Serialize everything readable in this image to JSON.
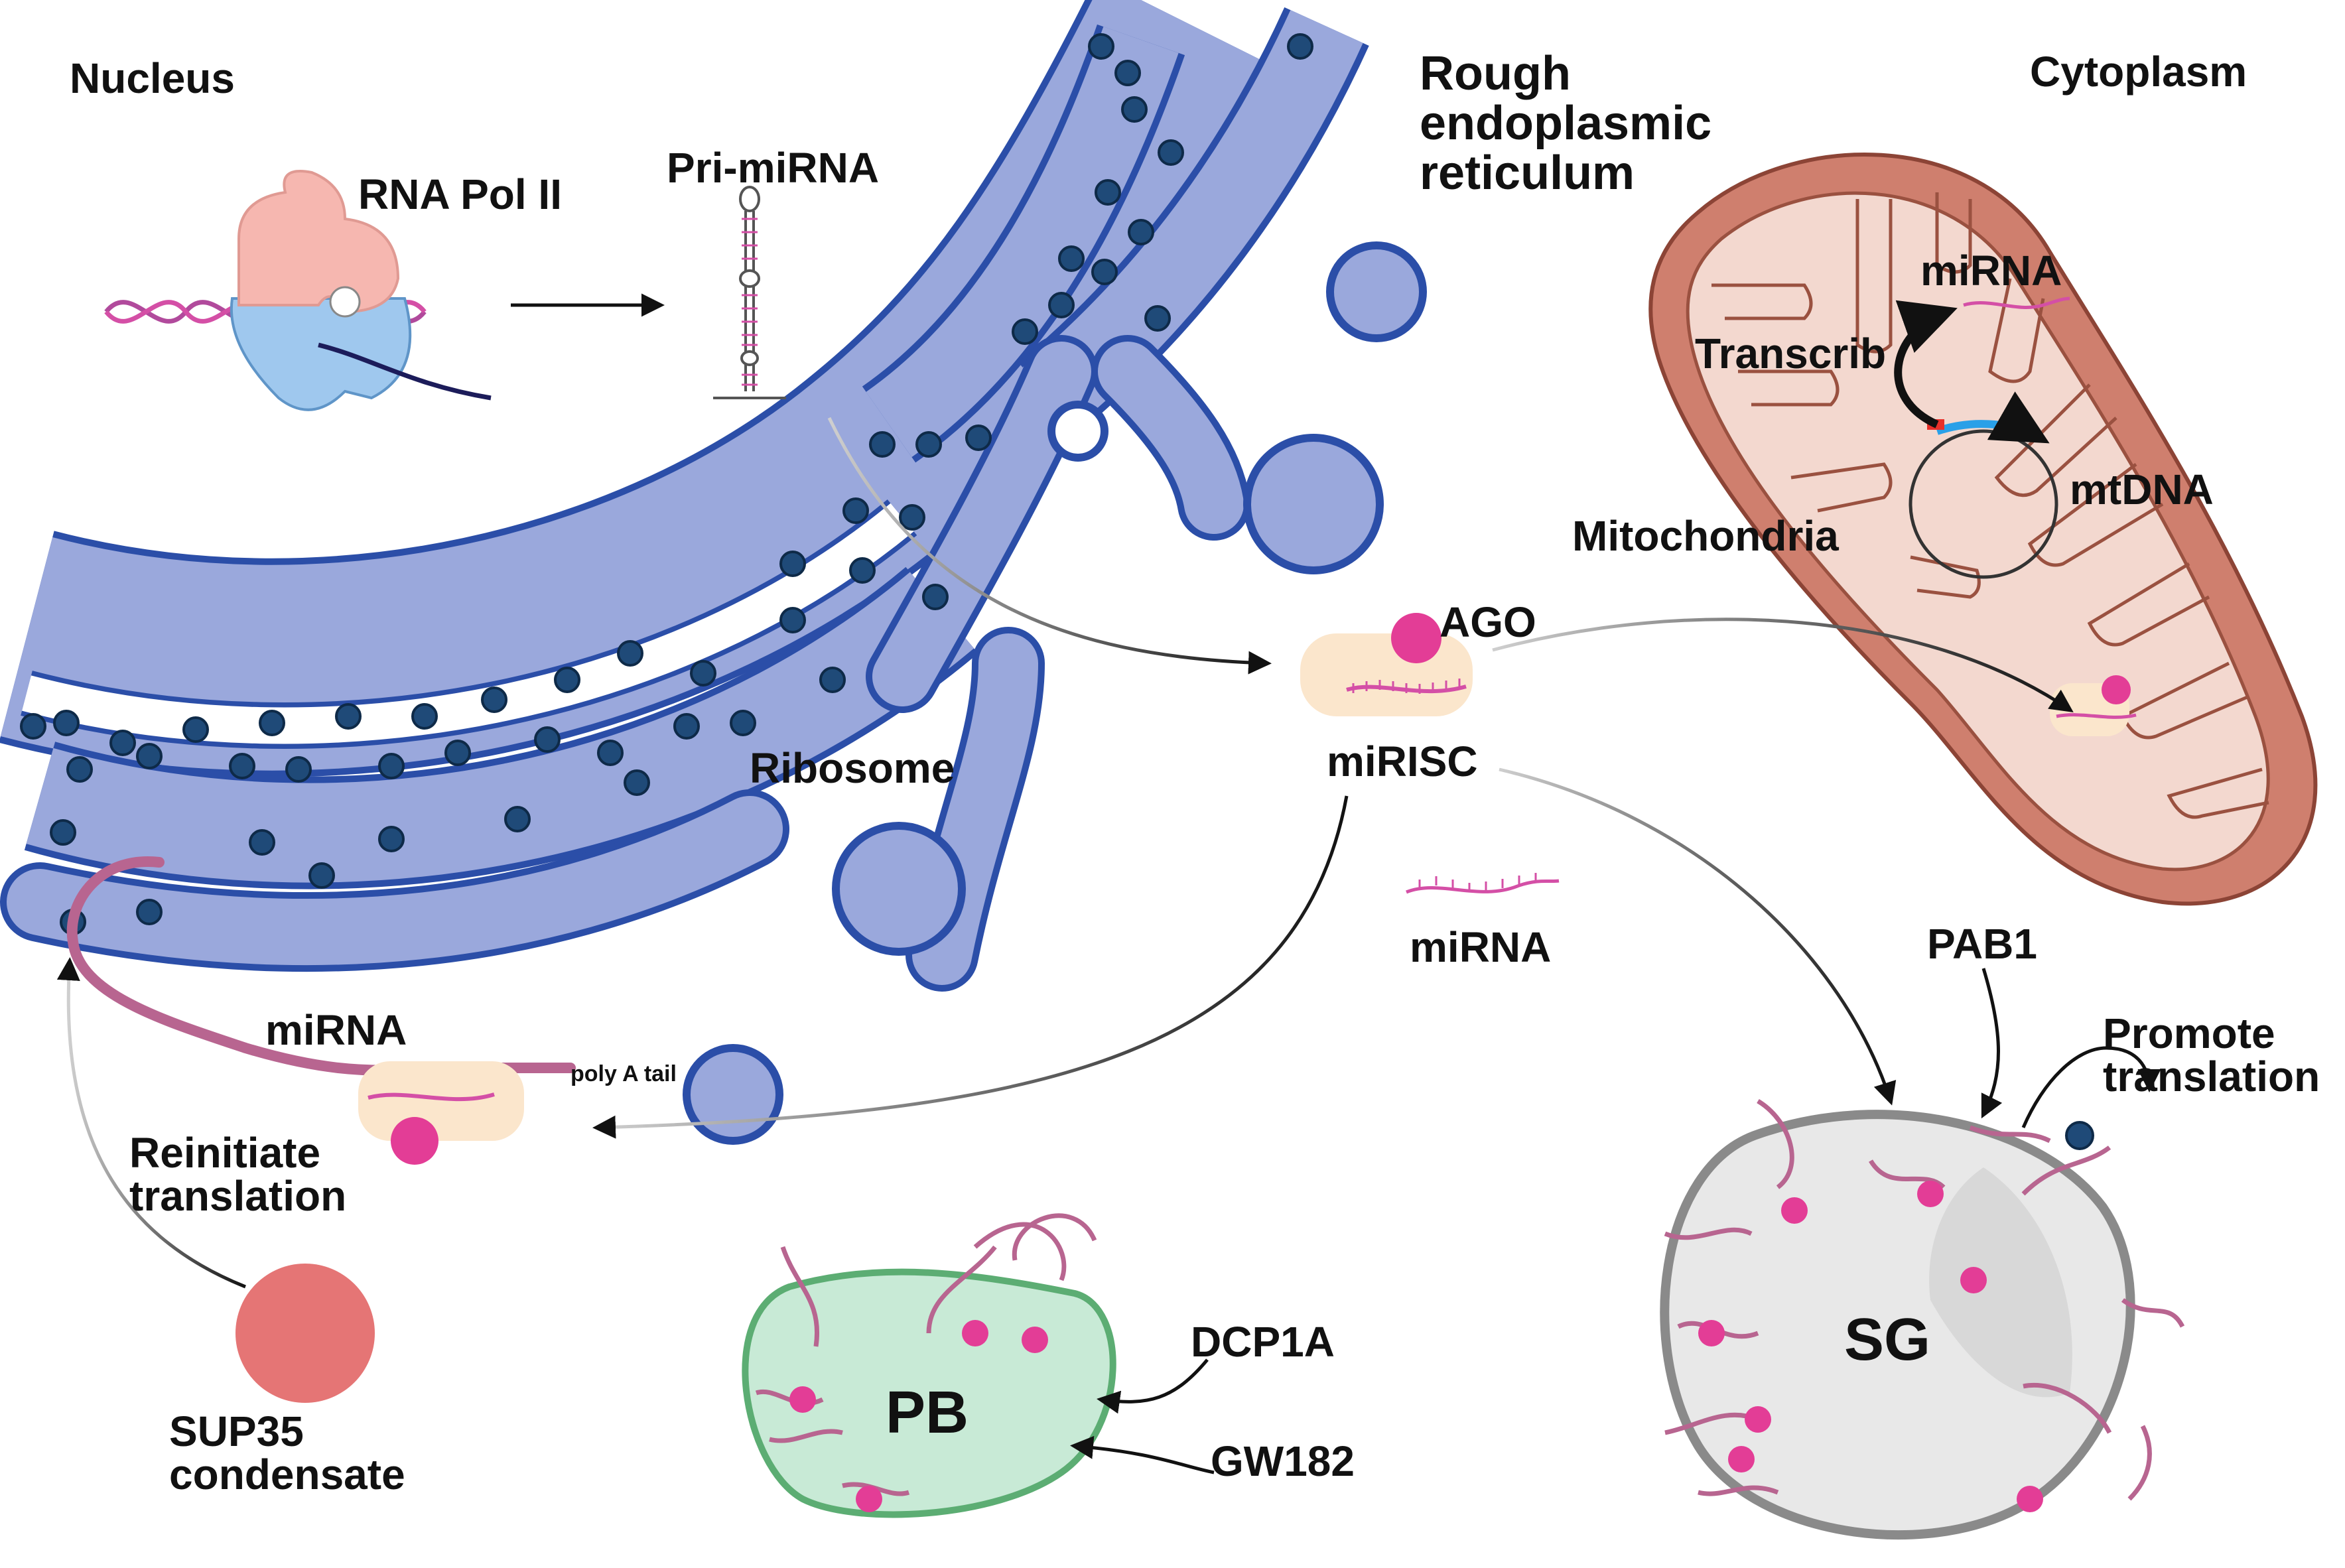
{
  "labels": {
    "nucleus": "Nucleus",
    "cytoplasm": "Cytoplasm",
    "rna_pol_ii": "RNA Pol II",
    "pri_mirna": "Pri-miRNA",
    "rer_line1": "Rough",
    "rer_line2": "endoplasmic",
    "rer_line3": "reticulum",
    "ribosome": "Ribosome",
    "ago": "AGO",
    "mirisc": "miRISC",
    "mirna_free": "miRNA",
    "mirna_mito": "miRNA",
    "transcrib": "Transcrib",
    "mtdna": "mtDNA",
    "mitochondria": "Mitochondria",
    "mirna_left": "miRNA",
    "poly_a_tail": "poly A tail",
    "reinitiate_line1": "Reinitiate",
    "reinitiate_line2": "translation",
    "sup35_line1": "SUP35",
    "sup35_line2": "condensate",
    "pb": "PB",
    "dcp1a": "DCP1A",
    "gw182": "GW182",
    "pab1": "PAB1",
    "promote_line1": "Promote",
    "promote_line2": "translation",
    "sg": "SG"
  },
  "colors": {
    "er_fill": "#9aa8dc",
    "er_stroke": "#2b4ea8",
    "ribosome": "#1f4a78",
    "mito_outer": "#cf7f6e",
    "mito_inner": "#f3d8cf",
    "mirna": "#d44fa6",
    "ago": "#e33d96",
    "risc_body": "#fbe6cc",
    "pb_fill": "#c8ead6",
    "pb_stroke": "#5cad73",
    "sg_fill": "#e8e8e8",
    "sg_stroke": "#8a8a8a",
    "sup35": "#e57575",
    "mrna": "#b86590",
    "pol_top": "#f6b7b0",
    "pol_bottom": "#9fc8ee"
  }
}
